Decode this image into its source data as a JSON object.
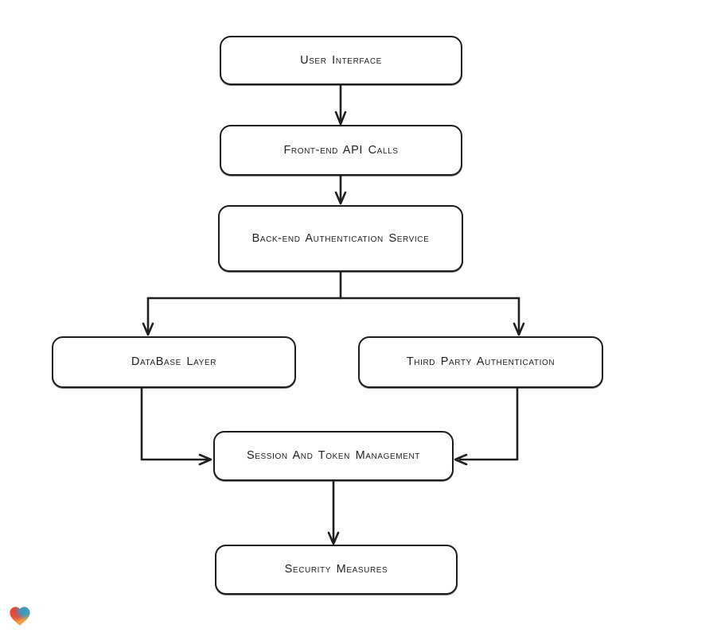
{
  "app": {
    "background_color": "#ffffff"
  },
  "diagram": {
    "type": "flowchart",
    "direction": "top-down",
    "stroke_color": "#1f1f1f",
    "node_fill": "#ffffff",
    "node_border_color": "#1d1d1d",
    "nodes": {
      "user_interface": {
        "label": "User Interface"
      },
      "front_end_api": {
        "label": "Front-end API Calls"
      },
      "backend_auth": {
        "label": "Back-end Authentication Service"
      },
      "database_layer": {
        "label": "DataBase Layer"
      },
      "third_party_auth": {
        "label": "Third Party Authentication"
      },
      "session_token": {
        "label": "Session And Token Management"
      },
      "security_measures": {
        "label": "Security Measures"
      }
    },
    "edges": [
      {
        "from": "user_interface",
        "to": "front_end_api"
      },
      {
        "from": "front_end_api",
        "to": "backend_auth"
      },
      {
        "from": "backend_auth",
        "to": "database_layer"
      },
      {
        "from": "backend_auth",
        "to": "third_party_auth"
      },
      {
        "from": "database_layer",
        "to": "session_token"
      },
      {
        "from": "third_party_auth",
        "to": "session_token"
      },
      {
        "from": "session_token",
        "to": "security_measures"
      }
    ]
  },
  "branding": {
    "logo": "eraser-heart-logo",
    "logo_colors": {
      "red": "#e6403c",
      "blue": "#2b9fc9",
      "orange": "#f2a03d"
    }
  }
}
